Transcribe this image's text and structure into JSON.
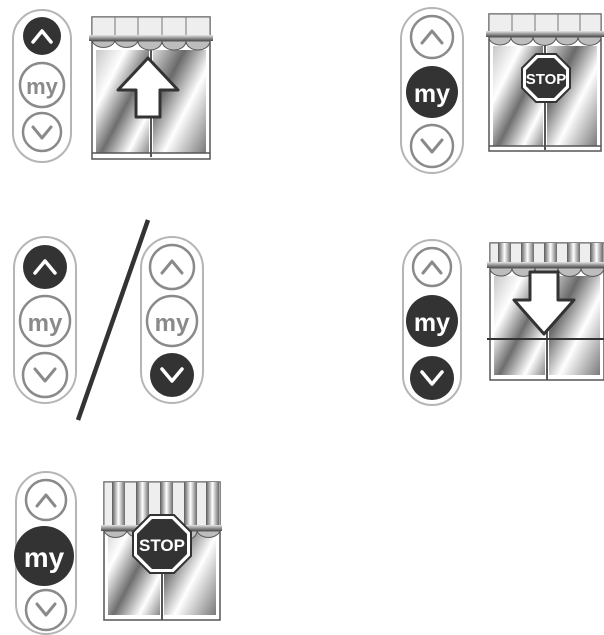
{
  "colors": {
    "dark": "#333333",
    "outline": "#555555",
    "ring": "#b5b5b5",
    "light_text": "#8a8a8a",
    "white": "#ffffff"
  },
  "remote": {
    "my_label": "my",
    "up_icon": "chevron-up-icon",
    "down_icon": "chevron-down-icon"
  },
  "stop_sign": {
    "label": "STOP",
    "icon": "octagon-stop-icon"
  },
  "steps": [
    {
      "id": "raise",
      "active_button": "up",
      "window": "up-arrow",
      "awning": "retracted"
    },
    {
      "id": "stop-at-my",
      "active_button": "my",
      "window": "stop-sign",
      "awning": "retracted"
    },
    {
      "id": "up-or-down",
      "active_buttons": [
        "up",
        "down"
      ],
      "separator": "slash"
    },
    {
      "id": "lower",
      "active_buttons": [
        "my",
        "down"
      ],
      "window": "down-arrow",
      "awning": "extended"
    },
    {
      "id": "stop-lowered",
      "active_button": "my",
      "window": "stop-sign",
      "awning": "extended"
    }
  ]
}
